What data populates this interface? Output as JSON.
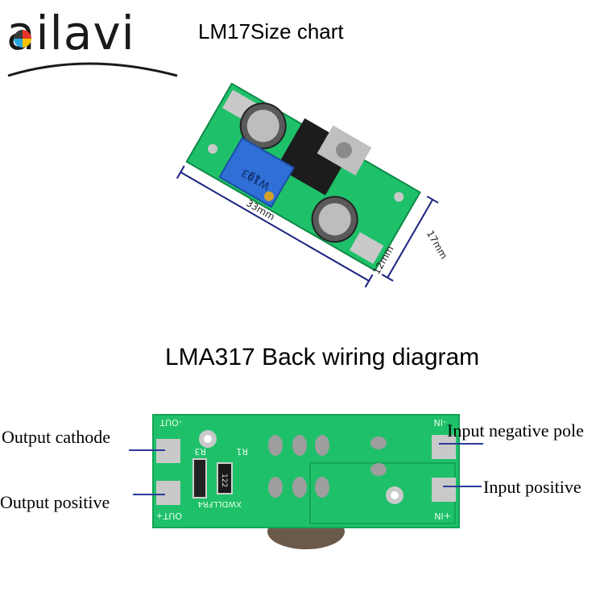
{
  "logo": {
    "text": "ailavi"
  },
  "size_chart": {
    "title": "LM17Size chart",
    "dim_length": "33mm",
    "dim_width": "17mm",
    "dim_inner": "12mm",
    "pot_marking_1": "13",
    "pot_marking_2": "W103"
  },
  "wiring": {
    "title": "LMA317 Back wiring diagram",
    "labels": {
      "output_cathode": "Output cathode",
      "output_positive": "Output positive",
      "input_negative": "Input negative pole",
      "input_positive": "Input positive"
    },
    "silk": {
      "out_minus": "-OUT",
      "out_plus": "OUT+",
      "in_minus": "-IN",
      "in_plus": "+IN",
      "r1": "R1",
      "r3": "R3",
      "resistor_code": "122",
      "brand": "XWDLLFR4"
    }
  },
  "colors": {
    "pcb_green": "#1fc06a",
    "pcb_dark": "#0f8a47",
    "pad_silver": "#c9c9c9",
    "pot_blue": "#2f6fd6",
    "dim_line": "#1a237e",
    "arrow_line": "#2b3a9a"
  }
}
